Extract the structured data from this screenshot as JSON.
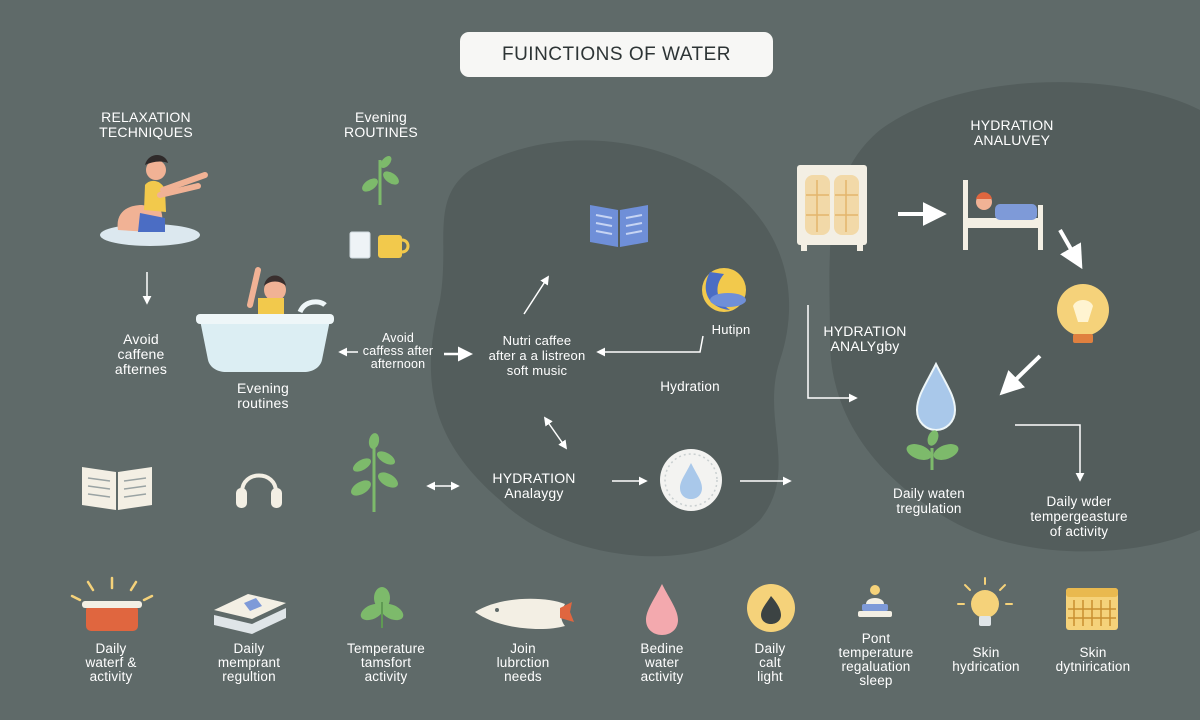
{
  "title": "FUINCTIONS OF WATER",
  "colors": {
    "background": "#5f6a69",
    "blob": "#535d5c",
    "title_bg": "#f7f7f5",
    "leaf": "#7dba6b",
    "water": "#a9c8ea",
    "bulb": "#f5d27a",
    "book": "#6f8fd8",
    "pink": "#f3a9ae",
    "orange": "#e0663f"
  },
  "labels": {
    "relaxation": "RELAXATION\nTECHNIQUES",
    "evening_top": "Evening\nROUTINES",
    "avoid_left": "Avoid\ncaffene\nafternes",
    "evening_bath": "Evening\nroutines",
    "avoid_center": "Avoid\ncaffess after\nafternoon",
    "nutri": "Nutri caffee\nafter a a listreon\nsoft music",
    "hutipn": "Hutipn",
    "hydration_small": "Hydration",
    "hydration_top_right": "HYDRATION\nANALUVEY",
    "hydration_mid_right": "HYDRATION\nANALYgby",
    "hydration_center": "HYDRATION\nAnalaygy",
    "daily_water_reg": "Daily waten\ntregulation",
    "daily_wder_temp": "Daily wder\ntempergeasture\nof activity"
  },
  "bottom_row": [
    {
      "label": "Daily\nwaterf &\nactivity",
      "icon": "pot-icon"
    },
    {
      "label": "Daily\nmemprant\nregultion",
      "icon": "stack-icon"
    },
    {
      "label": "Temperature\ntamsfort\nactivity",
      "icon": "leaf-icon"
    },
    {
      "label": "Join\nlubrction\nneeds",
      "icon": "fish-icon"
    },
    {
      "label": "Bedine\nwater\nactivity",
      "icon": "drop-icon"
    },
    {
      "label": "Daily\ncalt\nlight",
      "icon": "flame-icon"
    },
    {
      "label": "Pont\ntemperature\nregaluation\nsleep",
      "icon": "lamp-icon"
    },
    {
      "label": "Skin\nhydrication",
      "icon": "bulb-icon"
    },
    {
      "label": "Skin\ndytnirication",
      "icon": "calendar-icon"
    }
  ]
}
